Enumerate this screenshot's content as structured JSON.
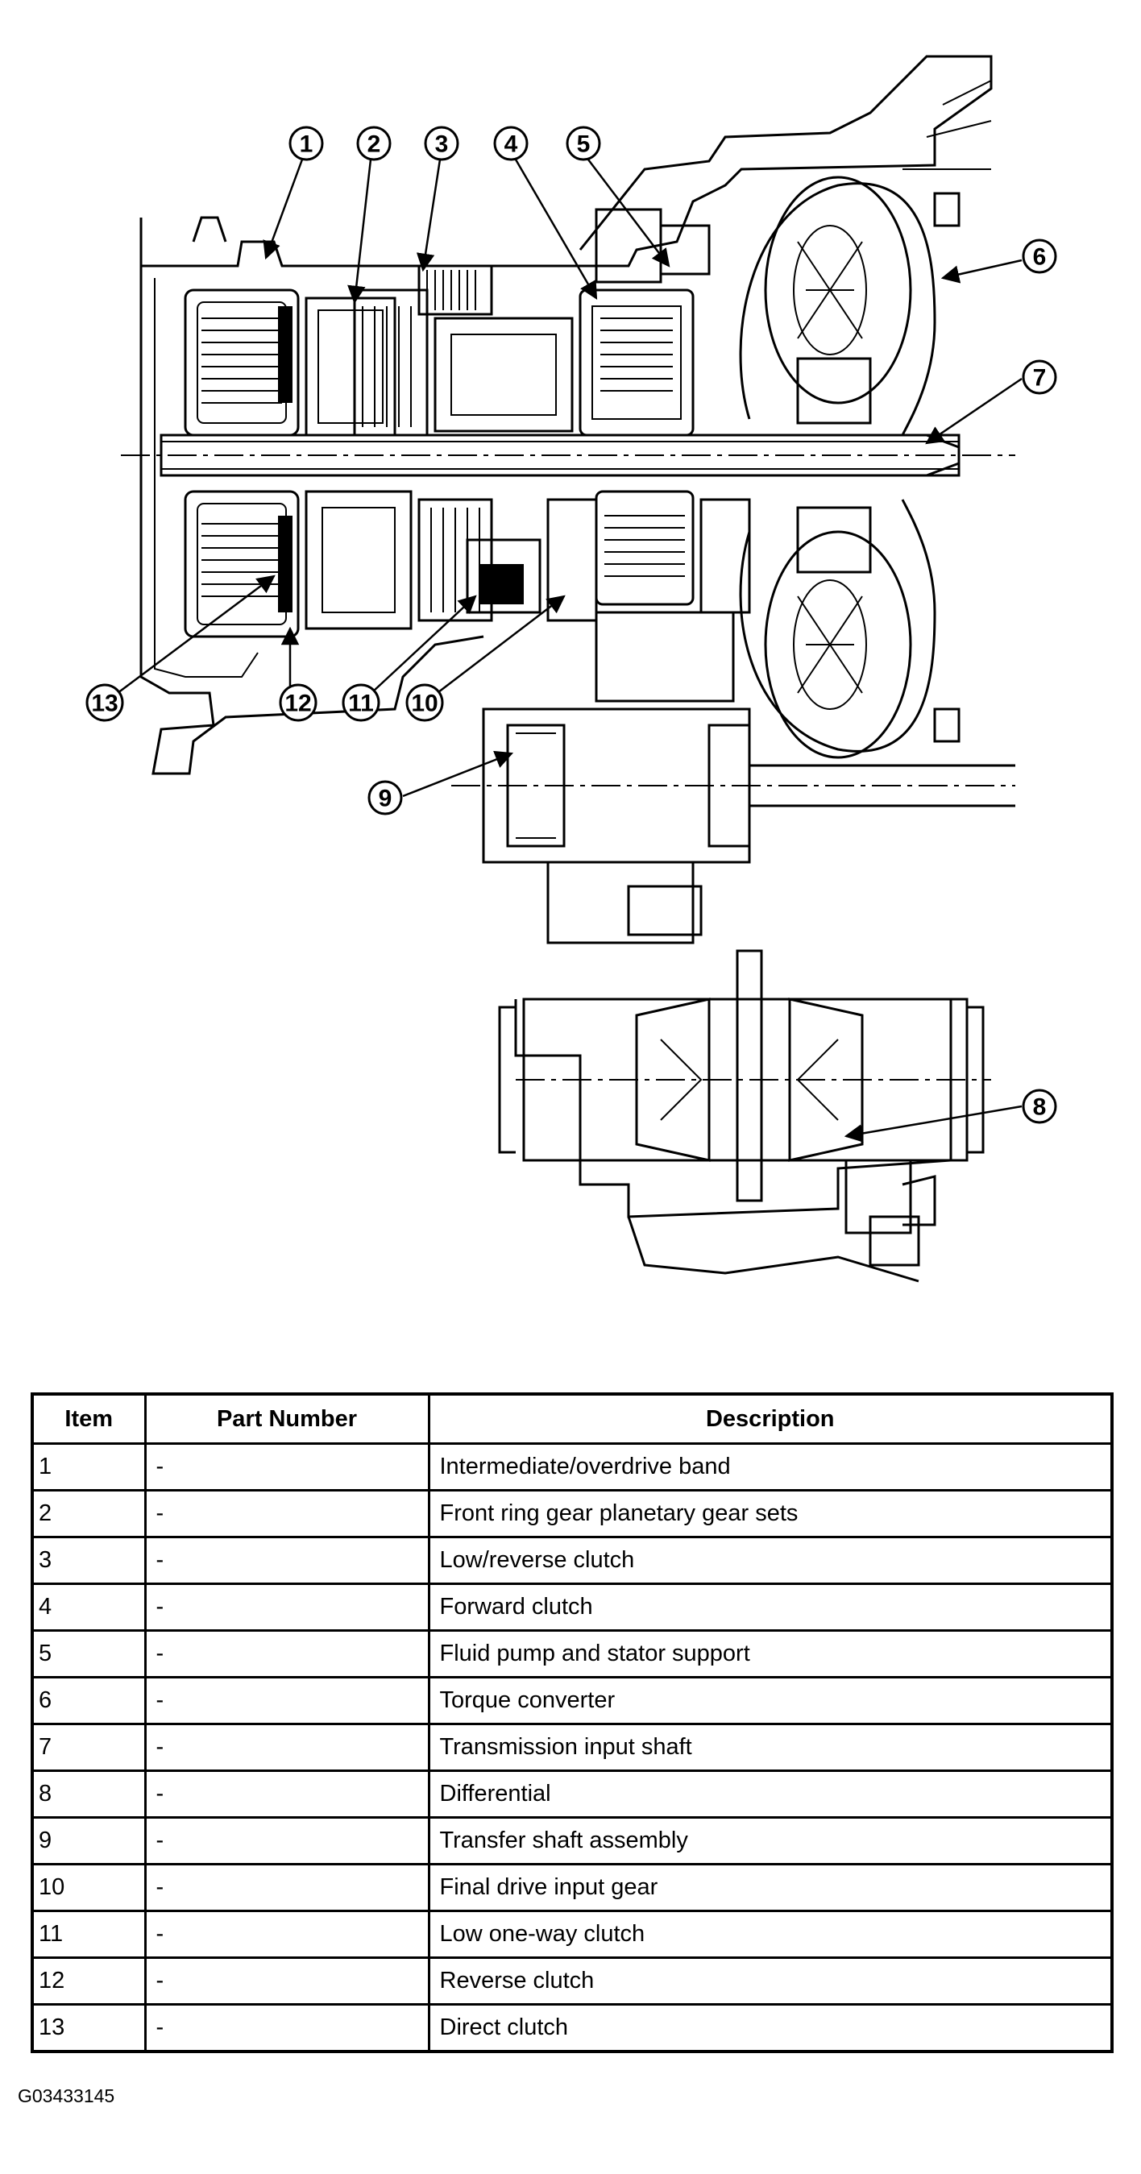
{
  "callouts": [
    "1",
    "2",
    "3",
    "4",
    "5",
    "6",
    "7",
    "8",
    "9",
    "10",
    "11",
    "12",
    "13"
  ],
  "table": {
    "headers": [
      "Item",
      "Part Number",
      "Description"
    ],
    "rows": [
      {
        "item": "1",
        "part_number": "-",
        "description": "Intermediate/overdrive band"
      },
      {
        "item": "2",
        "part_number": "-",
        "description": "Front ring gear planetary gear sets"
      },
      {
        "item": "3",
        "part_number": "-",
        "description": "Low/reverse clutch"
      },
      {
        "item": "4",
        "part_number": "-",
        "description": "Forward clutch"
      },
      {
        "item": "5",
        "part_number": "-",
        "description": "Fluid pump and stator support"
      },
      {
        "item": "6",
        "part_number": "-",
        "description": "Torque converter"
      },
      {
        "item": "7",
        "part_number": "-",
        "description": "Transmission input shaft"
      },
      {
        "item": "8",
        "part_number": "-",
        "description": "Differential"
      },
      {
        "item": "9",
        "part_number": "-",
        "description": "Transfer shaft assembly"
      },
      {
        "item": "10",
        "part_number": "-",
        "description": "Final drive input gear"
      },
      {
        "item": "11",
        "part_number": "-",
        "description": "Low one-way clutch"
      },
      {
        "item": "12",
        "part_number": "-",
        "description": "Reverse clutch"
      },
      {
        "item": "13",
        "part_number": "-",
        "description": "Direct clutch"
      }
    ]
  },
  "figure_id": "G03433145"
}
